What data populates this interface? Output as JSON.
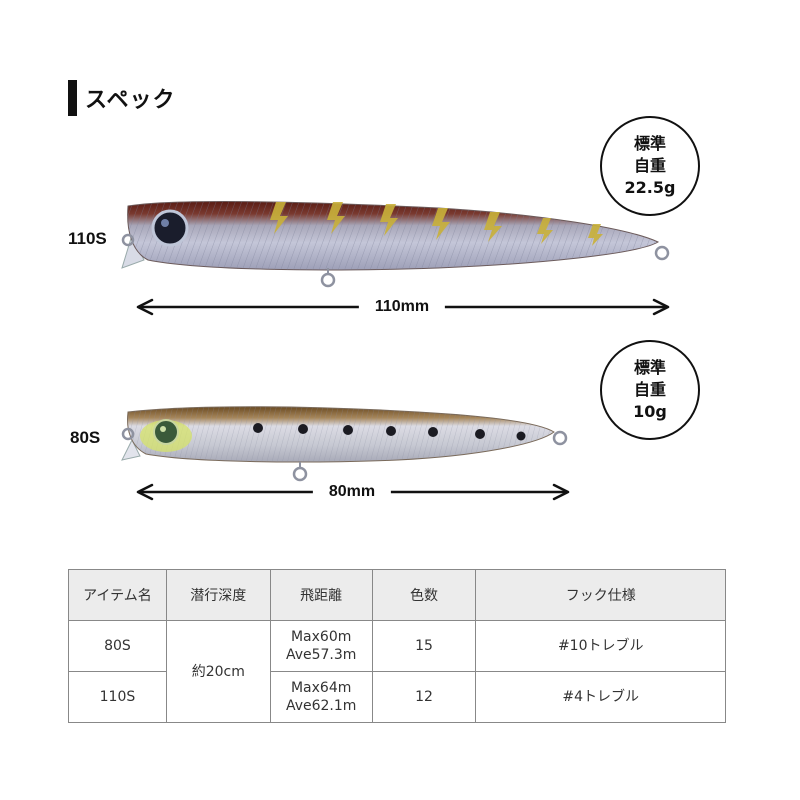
{
  "section_title": "スペック",
  "lures": [
    {
      "label": "110S",
      "weight": [
        "標準",
        "自重",
        "22.5g"
      ],
      "length": "110mm"
    },
    {
      "label": "80S",
      "weight": [
        "標準",
        "自重",
        "10g"
      ],
      "length": "80mm"
    }
  ],
  "table": {
    "headers": [
      "アイテム名",
      "潜行深度",
      "飛距離",
      "色数",
      "フック仕様"
    ],
    "rows": [
      {
        "item": "80S",
        "depth": "約20cm",
        "distance": [
          "Max60m",
          "Ave57.3m"
        ],
        "colors": "15",
        "hook": "#10トレブル"
      },
      {
        "item": "110S",
        "distance": [
          "Max64m",
          "Ave62.1m"
        ],
        "colors": "12",
        "hook": "#4トレブル"
      }
    ]
  }
}
